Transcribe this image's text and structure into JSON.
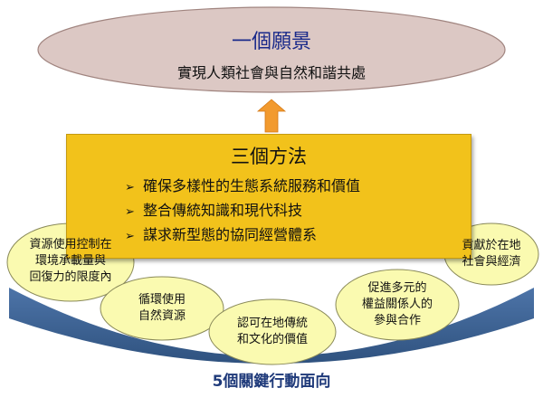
{
  "vision": {
    "title": "一個願景",
    "subtitle": "實現人類社會與自然和諧共處"
  },
  "methods": {
    "title": "三個方法",
    "items": [
      "確保多樣性的生態系統服務和價值",
      "整合傳統知識和現代科技",
      "謀求新型態的協同經營體系"
    ]
  },
  "actions": [
    [
      "資源使用控制在",
      "環境承載量與",
      "回復力的限度內"
    ],
    [
      "循環使用",
      "自然資源"
    ],
    [
      "認可在地傳統",
      "和文化的價值"
    ],
    [
      "促進多元的",
      "權益關係人的",
      "參與合作"
    ],
    [
      "貢獻於在地",
      "社會與經濟"
    ]
  ],
  "footer": {
    "title": "5個關鍵行動面向"
  },
  "colors": {
    "vision_fill": "#dcc8c4",
    "methods_fill": "#f2c21b",
    "bubble_fill": "#fafab0",
    "arc": "#3a5f93",
    "up_arrow": "#f29a2e"
  }
}
